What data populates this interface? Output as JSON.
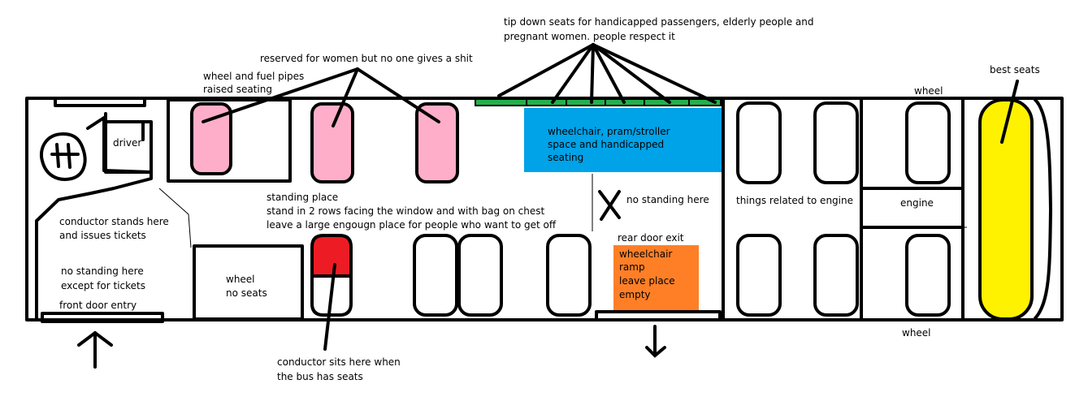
{
  "labels": {
    "tip_down_seats": [
      "tip down seats for handicapped passengers, elderly people and",
      "pregnant women. people respect it"
    ],
    "reserved_women": "reserved for women but no one gives a shit",
    "wheel_fuel": [
      "wheel  and fuel pipes",
      "raised seating"
    ],
    "best_seats": "best seats",
    "wheel_top": "wheel",
    "wheel_bottom": "wheel",
    "driver": "driver",
    "wheelchair_space": [
      "wheelchair, pram/stroller",
      "space and handicapped",
      "seating"
    ],
    "no_standing_here": "no standing here",
    "things_engine": "things related to engine",
    "engine": "engine",
    "standing_place": [
      "standing place",
      "stand in 2 rows facing the window and with bag on chest",
      "leave a large engougn place for people who want to get off"
    ],
    "conductor_stands": [
      "conductor stands here",
      "and issues tickets"
    ],
    "rear_door": "rear door exit",
    "ramp": [
      "wheelchair",
      "ramp",
      "leave place",
      "empty"
    ],
    "wheel_no_seats": [
      "wheel",
      "no seats"
    ],
    "no_standing_tickets": [
      "no standing here",
      "except for tickets"
    ],
    "front_door": "front door entry",
    "conductor_sits": [
      "conductor sits here when",
      "the bus has seats"
    ]
  },
  "colors": {
    "outline": "#000000",
    "pink": "#ffaec9",
    "red": "#ed1c24",
    "blue": "#00a2e8",
    "green": "#22b14c",
    "orange": "#ff7f27",
    "yellow": "#fff200"
  }
}
